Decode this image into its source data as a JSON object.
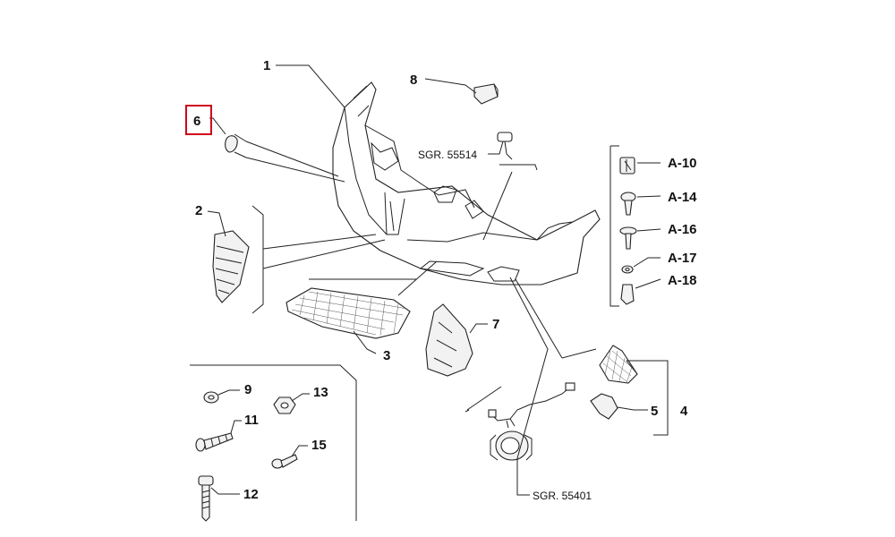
{
  "callouts": {
    "c1": "1",
    "c2": "2",
    "c3": "3",
    "c4": "4",
    "c5": "5",
    "c6": "6",
    "c7": "7",
    "c8": "8",
    "c9": "9",
    "c11": "11",
    "c12": "12",
    "c13": "13",
    "c15": "15",
    "a10": "A-10",
    "a14": "A-14",
    "a16": "A-16",
    "a17": "A-17",
    "a18": "A-18"
  },
  "references": {
    "sgr_top": "SGR. 55514",
    "sgr_bottom": "SGR. 55401"
  },
  "highlight": {
    "callout": "6",
    "color": "#d0021b"
  }
}
